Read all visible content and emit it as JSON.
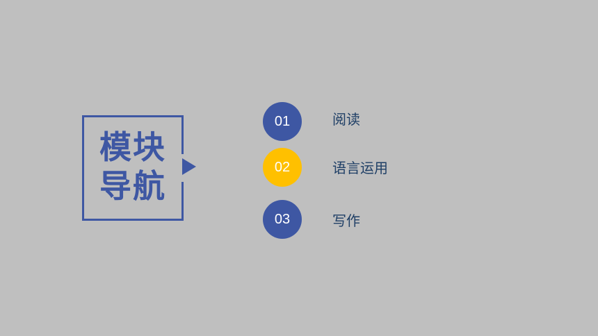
{
  "title": {
    "line1": "模块",
    "line2": "导航"
  },
  "menu": [
    {
      "number": "01",
      "label": "阅读",
      "color": "#3e57a3"
    },
    {
      "number": "02",
      "label": "语言运用",
      "color": "#ffc000"
    },
    {
      "number": "03",
      "label": "写作",
      "color": "#3e57a3"
    }
  ],
  "colors": {
    "background": "#bfbfbf",
    "accent_blue": "#3e57a3",
    "accent_yellow": "#ffc000",
    "label_text": "#1f3f66"
  },
  "icons": {
    "title_pointer": "triangle-right-icon"
  }
}
